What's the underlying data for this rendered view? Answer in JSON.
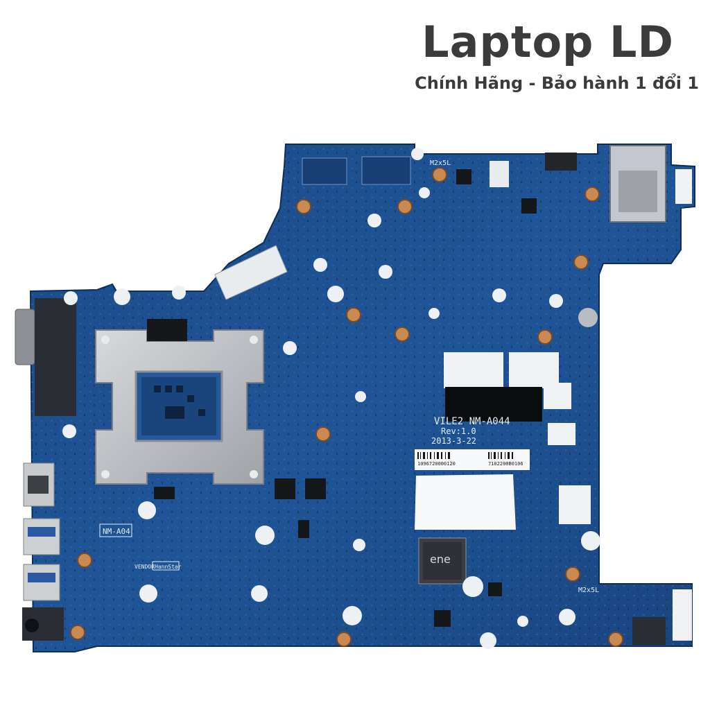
{
  "header": {
    "brand": "Laptop LD",
    "tagline": "Chính Hãng - Bảo hành 1 đổi 1"
  },
  "board": {
    "model": "VILE2 NM-A044",
    "revision": "Rev:1.0",
    "date": "2013-3-22",
    "label_left_code": "NM-A04",
    "vendor": "VENDOR",
    "panel_vendor": "HannStar",
    "screw_mark_top": "M2x5L",
    "screw_mark_bottom": "M2x5L",
    "barcode_left": "1096720000120",
    "barcode_right": "7102200B0106",
    "chip_brand": "ene"
  },
  "colors": {
    "pcb": "#1d4f8f",
    "pcb_dark": "#153e74",
    "heatsink": "#b9bcc1",
    "text": "#3b3b3b"
  }
}
